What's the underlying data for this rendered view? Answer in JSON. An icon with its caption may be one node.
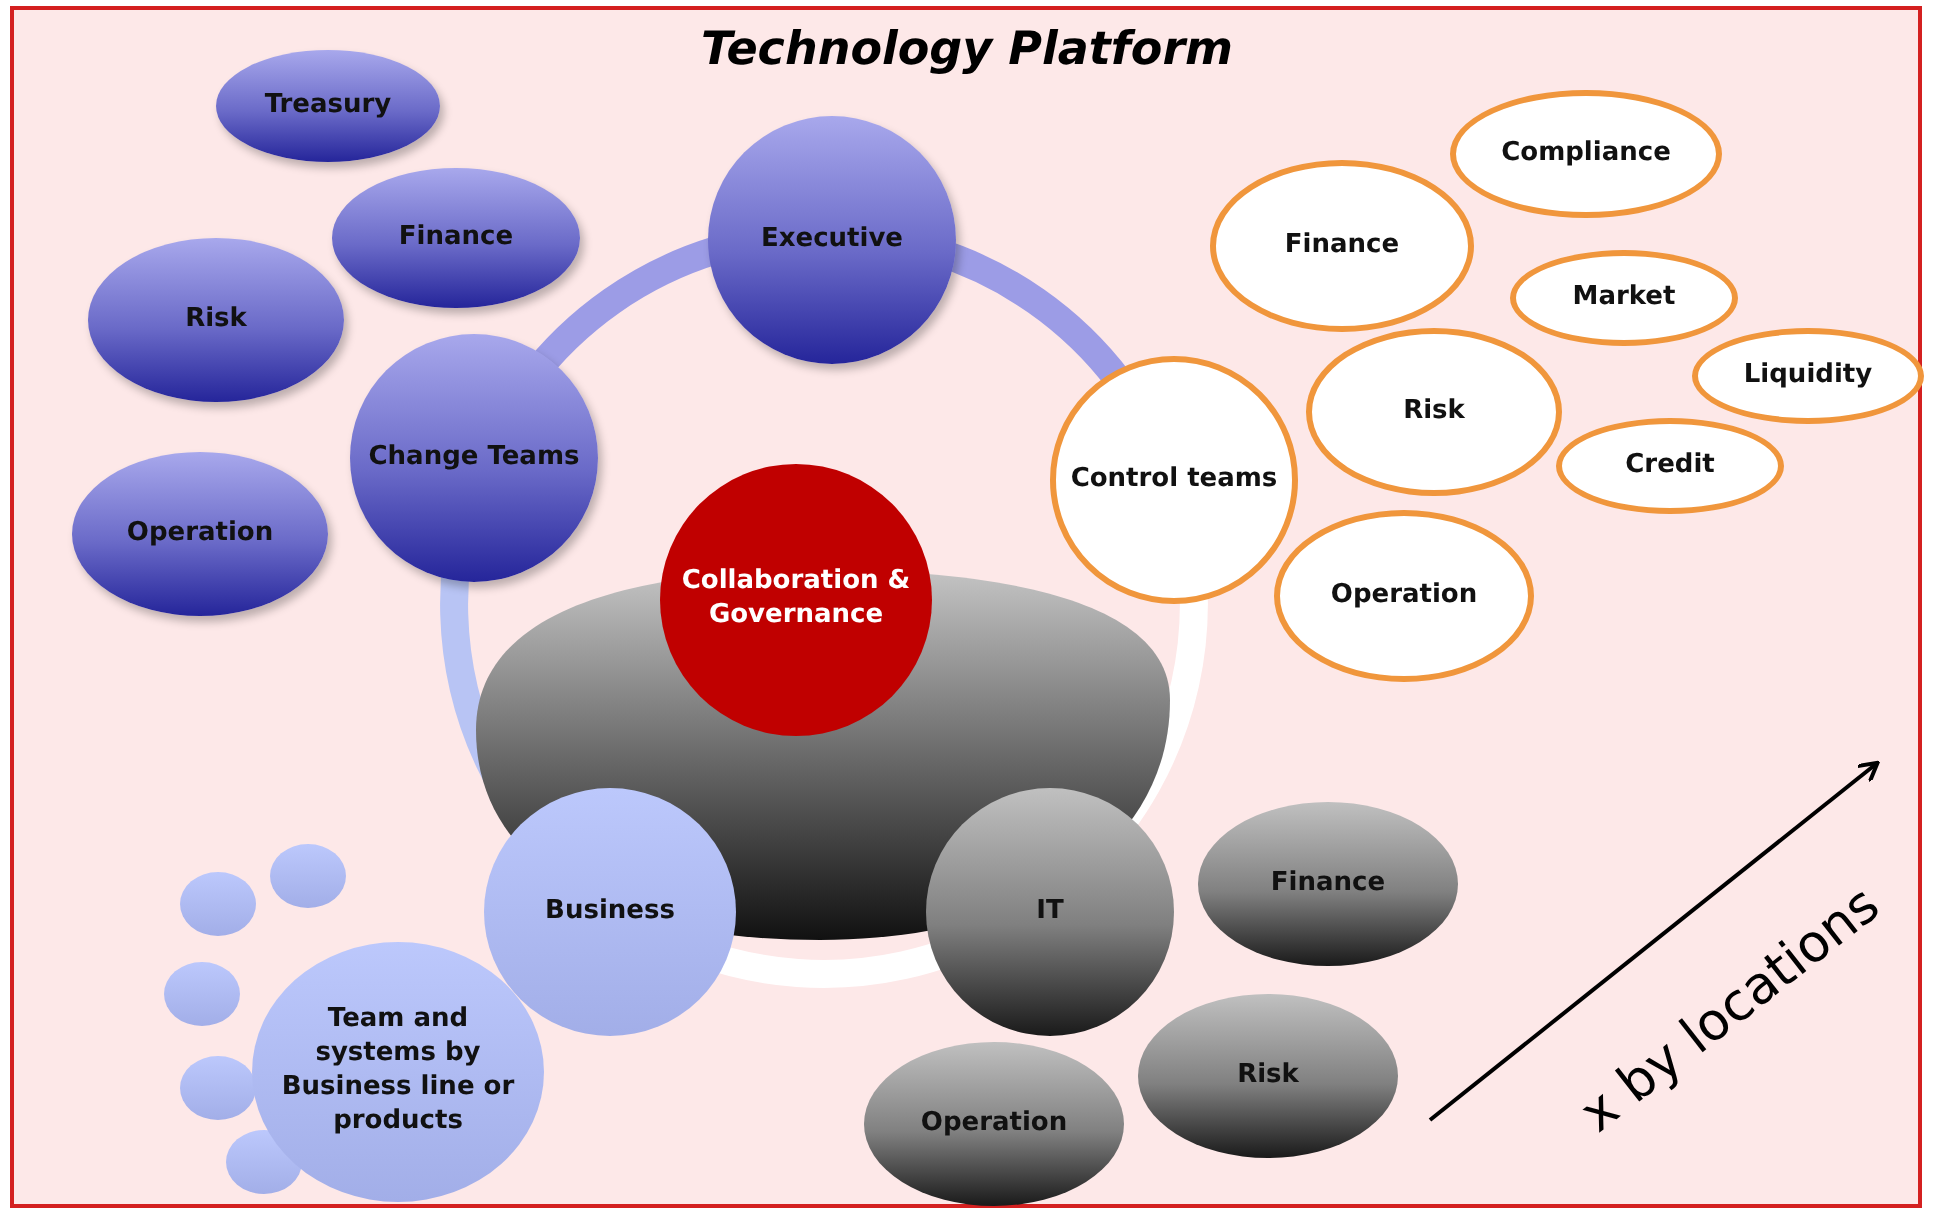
{
  "diagram": {
    "title": "Technology Platform",
    "nodes": [
      {
        "text": [
          "Treasury"
        ]
      },
      {
        "text": [
          "Finance"
        ]
      },
      {
        "text": [
          "Risk"
        ]
      },
      {
        "text": [
          "Executive"
        ]
      },
      {
        "text": [
          "Change Teams"
        ]
      },
      {
        "text": [
          "Operation"
        ]
      },
      {
        "text": [
          "Collaboration & Governance"
        ]
      },
      {
        "text": [
          "Compliance"
        ]
      },
      {
        "text": [
          "Finance"
        ]
      },
      {
        "text": [
          "Market"
        ]
      },
      {
        "text": [
          "Liquidity"
        ]
      },
      {
        "text": [
          "Risk"
        ]
      },
      {
        "text": [
          "Control teams"
        ]
      },
      {
        "text": [
          "Credit"
        ]
      },
      {
        "text": [
          "Operation"
        ]
      },
      {
        "text": [],
        "shape": "circle"
      },
      {
        "text": [],
        "shape": "circle"
      },
      {
        "text": [],
        "shape": "circle"
      },
      {
        "text": [],
        "shape": "circle"
      },
      {
        "text": [],
        "shape": "circle"
      },
      {
        "text": [
          "Business"
        ]
      },
      {
        "text": [
          "IT"
        ]
      },
      {
        "text": [
          "Finance"
        ]
      },
      {
        "text": [
          "Team and systems by Business line or products"
        ]
      },
      {
        "text": [
          "Risk"
        ]
      },
      {
        "text": [
          "Operation"
        ]
      }
    ],
    "labels": [
      "x by locations"
    ]
  }
}
